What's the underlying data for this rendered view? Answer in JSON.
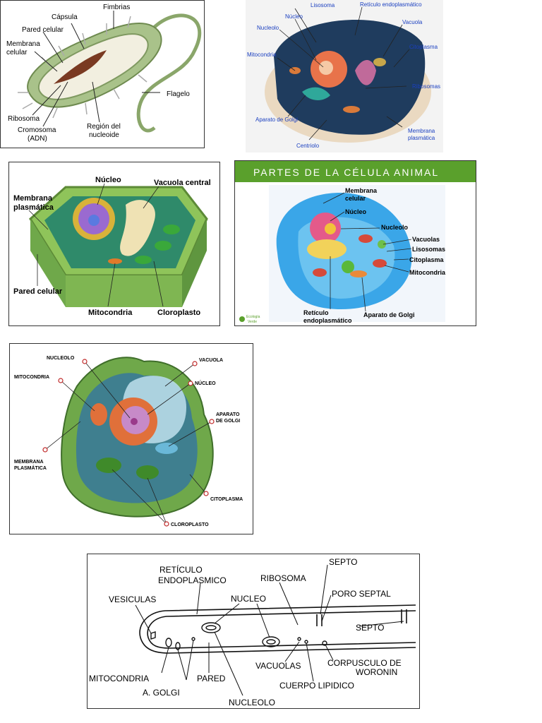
{
  "bacteria": {
    "labels": {
      "fimbrias": "Fimbrias",
      "capsula": "Cápsula",
      "pared": "Pared celular",
      "membrana1": "Membrana",
      "membrana2": "celular",
      "flagelo": "Flagelo",
      "ribosoma": "Ribosoma",
      "cromosoma1": "Cromosoma",
      "cromosoma2": "(ADN)",
      "region1": "Región del",
      "region2": "nucleoide"
    }
  },
  "animal3d": {
    "labels": {
      "lisosoma": "Lisosoma",
      "reticulo": "Retículo endoplasmático",
      "nucleo": "Núcleo",
      "vacuola": "Vacuola",
      "nucleolo": "Nucleolo",
      "citoplasma": "Citoplasma",
      "mitocondria": "Mitocondria",
      "ribosomas": "Ribosomas",
      "golgi": "Aparato de Golgi",
      "membrana1": "Membrana",
      "membrana2": "plasmática",
      "centriolo": "Centriolo"
    }
  },
  "plant3d": {
    "labels": {
      "nucleo": "Núcleo",
      "vacuola": "Vacuola central",
      "membrana1": "Membrana",
      "membrana2": "plasmática",
      "pared": "Pared celular",
      "mitocondria": "Mitocondria",
      "cloroplasto": "Cloroplasto"
    }
  },
  "animalParts": {
    "title": "PARTES DE LA CÉLULA ANIMAL",
    "labels": {
      "membrana1": "Membrana",
      "membrana2": "celular",
      "nucleo": "Núcleo",
      "nucleolo": "Nucleolo",
      "vacuolas": "Vacuolas",
      "lisosomas": "Lisosomas",
      "citoplasma": "Citoplasma",
      "mitocondria": "Mitocondria",
      "reticulo1": "Retículo",
      "reticulo2": "endoplasmático",
      "golgi": "Aparato de Golgi",
      "logo1": "Ecología",
      "logo2": "Verde"
    }
  },
  "plantOval": {
    "labels": {
      "nucleolo": "NUCLEOLO",
      "vacuola": "VACUOLA",
      "mitocondria": "MITOCONDRIA",
      "nucleo": "NÚCLEO",
      "aparato1": "APARATO",
      "aparato2": "DE GOLGI",
      "membrana1": "MEMBRANA",
      "membrana2": "PLASMÁTICA",
      "citoplasma": "CITOPLASMA",
      "cloroplasto": "CLOROPLASTO"
    }
  },
  "hypha": {
    "labels": {
      "reticulo1": "RETÍCULO",
      "reticulo2": "ENDOPLASMICO",
      "ribosoma": "RIBOSOMA",
      "septo1": "SEPTO",
      "poro": "PORO SEPTAL",
      "vesiculas": "VESICULAS",
      "nucleo": "NUCLEO",
      "septo2": "SEPTO",
      "vacuolas": "VACUOLAS",
      "corpusculo1": "CORPUSCULO DE",
      "corpusculo2": "WORONIN",
      "mitocondria": "MITOCONDRIA",
      "pared": "PARED",
      "golgi": "A. GOLGI",
      "cuerpo": "CUERPO LIPIDICO",
      "nucleolo": "NUCLEOLO"
    }
  },
  "colors": {
    "bacteriaGreen": "#9cb57a",
    "animalBlue": "#2f8fd8",
    "plantGreen": "#6fa84a",
    "titleBar": "#5aa02c",
    "labelBlue": "#1a3fc0"
  }
}
